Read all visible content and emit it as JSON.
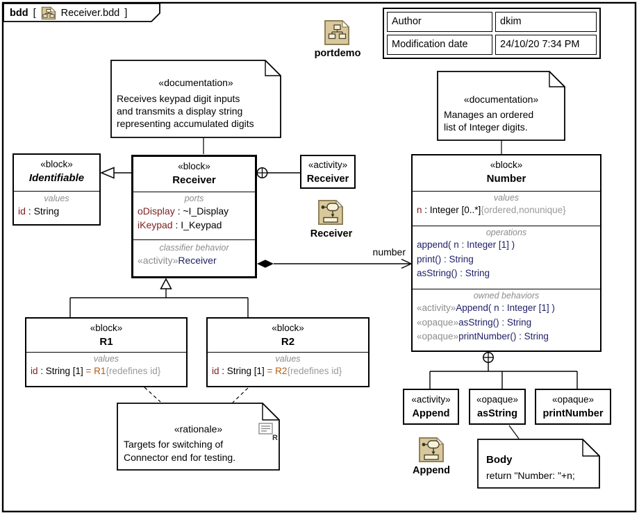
{
  "window": {
    "tab": {
      "kind": "bdd",
      "bracket_open": "[",
      "diagram_name": "Receiver.bdd",
      "bracket_close": "]"
    }
  },
  "package_icon": {
    "label": "portdemo"
  },
  "info_table": {
    "rows": [
      {
        "label": "Author",
        "value": "dkim"
      },
      {
        "label": "Modification date",
        "value": "24/10/20 7:34 PM"
      }
    ]
  },
  "notes": {
    "receiver_doc": {
      "stereotype": "«documentation»",
      "lines": [
        "Receives keypad digit inputs",
        "and transmits a display string",
        "representing accumulated digits"
      ]
    },
    "number_doc": {
      "stereotype": "«documentation»",
      "lines": [
        "Manages an ordered",
        "list of Integer digits."
      ]
    },
    "rationale": {
      "stereotype": "«rationale»",
      "lines": [
        "Targets for switching of",
        "Connector end for testing."
      ],
      "icon_letter": "R"
    },
    "body": {
      "title": "Body",
      "code": "return \"Number: \"+n;"
    }
  },
  "blocks": {
    "identifiable": {
      "stereotype": "«block»",
      "name": "Identifiable",
      "values_label": "values",
      "value_name": "id",
      "value_rest": " : String"
    },
    "receiver": {
      "stereotype": "«block»",
      "name": "Receiver",
      "ports_label": "ports",
      "port1_name": "oDisplay",
      "port1_rest": " : ~I_Display",
      "port2_name": "iKeypad",
      "port2_rest": " : I_Keypad",
      "behavior_label": "classifier behavior",
      "behavior_stereotype": "«activity»",
      "behavior_name": "Receiver"
    },
    "number": {
      "stereotype": "«block»",
      "name": "Number",
      "values_label": "values",
      "value_name": "n",
      "value_rest": " : Integer [0..*]",
      "value_constraint": "{ordered,nonunique}",
      "operations_label": "operations",
      "operations": [
        "append( n : Integer [1] )",
        "print() : String",
        "asString() : String"
      ],
      "behaviors_label": "owned behaviors",
      "behaviors": [
        {
          "stereotype": "«activity»",
          "text": "Append( n : Integer [1] )"
        },
        {
          "stereotype": "«opaque»",
          "text": "asString() : String"
        },
        {
          "stereotype": "«opaque»",
          "text": "printNumber() : String"
        }
      ]
    },
    "r1": {
      "stereotype": "«block»",
      "name": "R1",
      "values_label": "values",
      "value_name": "id",
      "value_mid": " : String [1]",
      "value_default": " = R1",
      "value_constraint": "{redefines id}"
    },
    "r2": {
      "stereotype": "«block»",
      "name": "R2",
      "values_label": "values",
      "value_name": "id",
      "value_mid": " : String [1]",
      "value_default": " = R2",
      "value_constraint": "{redefines id}"
    }
  },
  "activity_boxes": {
    "receiver": {
      "stereotype": "«activity»",
      "name": "Receiver"
    },
    "append": {
      "stereotype": "«activity»",
      "name": "Append"
    },
    "asstring": {
      "stereotype": "«opaque»",
      "name": "asString"
    },
    "printnumber": {
      "stereotype": "«opaque»",
      "name": "printNumber"
    }
  },
  "icons": {
    "receiver_activity_label": "Receiver",
    "append_activity_label": "Append"
  },
  "connectors": {
    "number_end_label": "number"
  },
  "colors": {
    "property_name": "#7b1e1e",
    "behavior_text": "#1d1d66",
    "muted_stereotype": "#8c8c8c",
    "constraint": "#9a9a9a",
    "default_value": "#b35a0f",
    "icon_fill": "#d9c89b",
    "icon_border": "#8f8059",
    "icon_inner": "#f8f2d8"
  }
}
